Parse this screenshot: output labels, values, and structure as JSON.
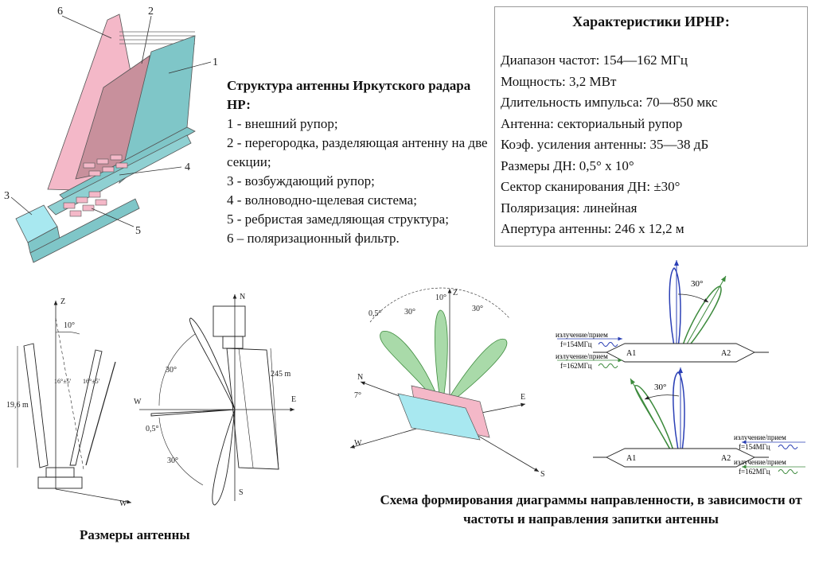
{
  "structure": {
    "title": "Структура антенны Иркутского радара НР:",
    "items": [
      "1 - внешний рупор;",
      "2 - перегородка, разделяющая антенну на две секции;",
      "3 - возбуждающий рупор;",
      "4 - волноводно-щелевая система;",
      "5 - ребристая замедляющая структура;",
      "6 – поляризационный фильтр."
    ]
  },
  "specs": {
    "title": "Характеристики ИРНР:",
    "items": [
      "Диапазон частот: 154—162 МГц",
      "Мощность: 3,2 МВт",
      "Длительность импульса: 70—850 мкс",
      "Антенна: секториальный рупор",
      "Коэф. усиления антенны: 35—38 дБ",
      "Размеры ДН: 0,5° х 10°",
      "Сектор сканирования ДН: ±30°",
      "Поляризация: линейная",
      "Апертура антенны: 246 х 12,2 м"
    ]
  },
  "antenna_labels": {
    "n1": "1",
    "n2": "2",
    "n3": "3",
    "n4": "4",
    "n5": "5",
    "n6": "6"
  },
  "dims": {
    "z": "Z",
    "w": "W",
    "ang_10": "10°",
    "ang_16a": "16°±5'",
    "ang_16b": "16°±5'",
    "height": "19,6 m",
    "n": "N",
    "s": "S",
    "e": "E",
    "w2": "W",
    "ang_30a": "30°",
    "ang_30b": "30°",
    "ang_05": "0,5°",
    "length": "245 m"
  },
  "lobes": {
    "z": "Z",
    "n": "N",
    "e": "E",
    "w": "W",
    "s": "S",
    "ang_10": "10°",
    "ang_30a": "30°",
    "ang_30b": "30°",
    "ang_05": "0,5°",
    "ang_7": "7°"
  },
  "feed_top": {
    "label1": "излучение/прием",
    "freq1": "f=154МГц",
    "label2": "излучение/прием",
    "freq2": "f=162МГц",
    "a1": "A1",
    "a2": "A2",
    "angle": "30°"
  },
  "feed_bottom": {
    "label1": "излучение/прием",
    "freq1": "f=154МГц",
    "label2": "излучение/прием",
    "freq2": "f=162МГц",
    "a1": "A1",
    "a2": "A2",
    "angle": "30°"
  },
  "captions": {
    "dims": "Размеры антенны",
    "schema": "Схема формирования диаграммы направленности, в зависимости от частоты и направления запитки антенны"
  },
  "colors": {
    "pink": "#f4b8c8",
    "teal": "#7fc6c8",
    "cyan": "#a8e8f0",
    "mauve": "#c8909c",
    "green": "#6cba6c",
    "blue": "#2a3fb5"
  }
}
